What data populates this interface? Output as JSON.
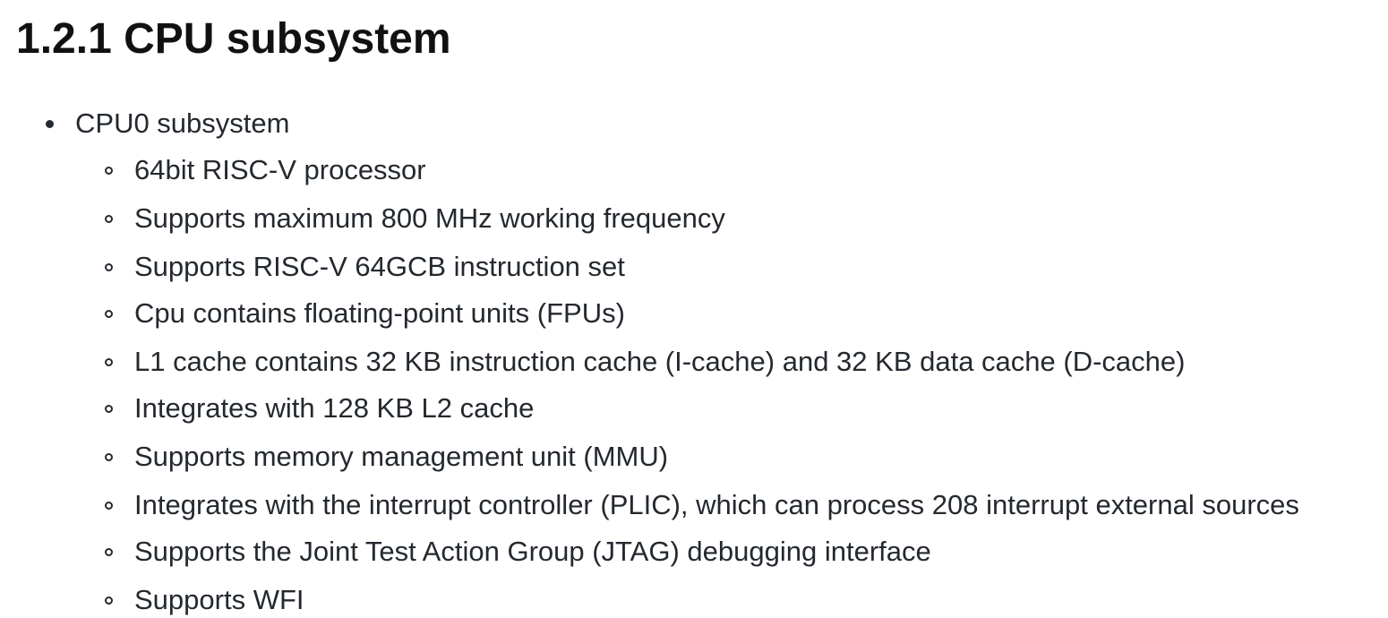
{
  "heading": "1.2.1 CPU subsystem",
  "list": {
    "top_item": "CPU0 subsystem",
    "sub_items": [
      "64bit RISC-V processor",
      "Supports maximum 800 MHz working frequency",
      "Supports RISC-V 64GCB instruction set",
      "Cpu contains floating-point units (FPUs)",
      "L1 cache contains 32 KB instruction cache (I-cache) and 32 KB data cache (D-cache)",
      "Integrates with 128 KB L2 cache",
      "Supports memory management unit (MMU)",
      "Integrates with the interrupt controller (PLIC), which can process 208 interrupt external sources",
      "Supports the Joint Test Action Group (JTAG) debugging interface",
      "Supports WFI"
    ]
  }
}
